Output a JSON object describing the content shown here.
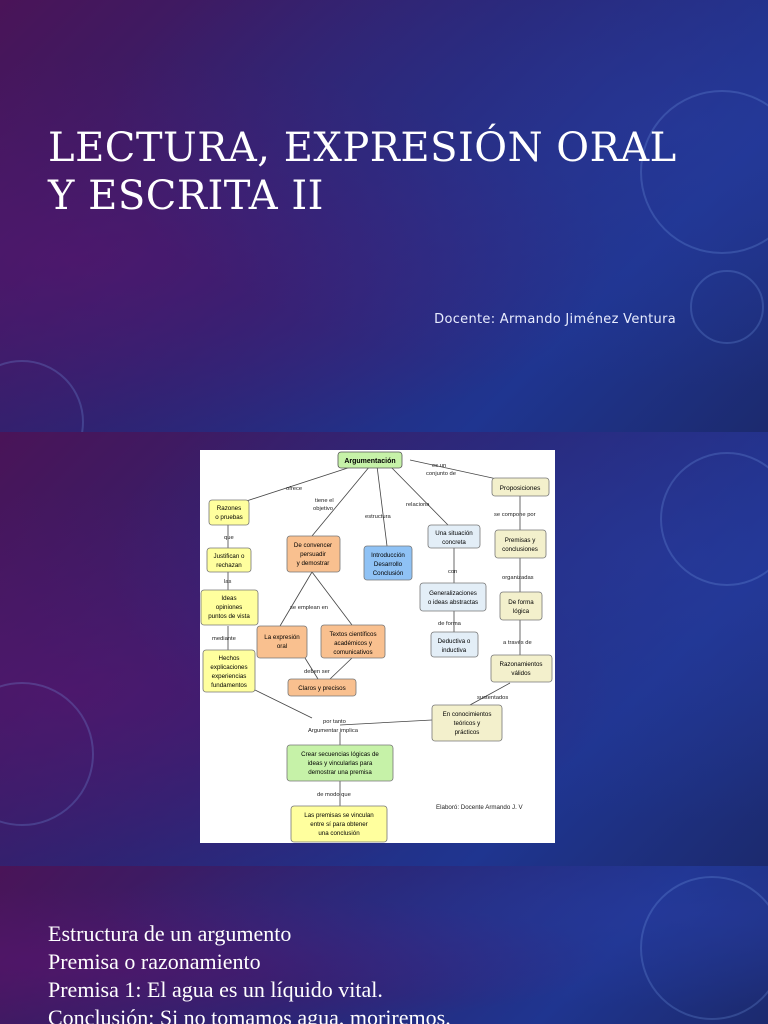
{
  "slide1": {
    "title_line1": "LECTURA, EXPRESIÓN ORAL",
    "title_line2": "Y ESCRITA II",
    "subtitle": "Docente: Armando Jiménez Ventura"
  },
  "slide2": {
    "nodes": {
      "argumentacion": "Argumentación",
      "proposiciones": "Proposiciones",
      "razones_1": "Razones",
      "razones_2": "o pruebas",
      "justifican_1": "Justifican o",
      "justifican_2": "rechazan",
      "ideas_1": "Ideas",
      "ideas_2": "opiniones",
      "ideas_3": "puntos de vista",
      "hechos_1": "Hechos",
      "hechos_2": "explicaciones",
      "hechos_3": "experiencias",
      "hechos_4": "fundamentos",
      "convencer_1": "De convencer",
      "convencer_2": "persuadir",
      "convencer_3": "y demostrar",
      "intro_1": "Introducción",
      "intro_2": "Desarrollo",
      "intro_3": "Conclusión",
      "situacion_1": "Una situación",
      "situacion_2": "concreta",
      "premisas_1": "Premisas y",
      "premisas_2": "conclusiones",
      "generalizaciones_1": "Generalizaciones",
      "generalizaciones_2": "o ideas abstractas",
      "deforma_1": "De forma",
      "deforma_2": "lógica",
      "expresion_1": "La expresión",
      "expresion_2": "oral",
      "textos_1": "Textos científicos",
      "textos_2": "académicos y",
      "textos_3": "comunicativos",
      "deductiva_1": "Deductiva o",
      "deductiva_2": "inductiva",
      "razonamientos_1": "Razonamientos",
      "razonamientos_2": "válidos",
      "claros": "Claros y precisos",
      "conocimientos_1": "En conocimientos",
      "conocimientos_2": "teóricos y",
      "conocimientos_3": "prácticos",
      "crear_1": "Crear secuencias lógicas de",
      "crear_2": "ideas y vincularlas para",
      "crear_3": "demostrar una premisa",
      "premisas_vinc_1": "Las premisas se vinculan",
      "premisas_vinc_2": "entre sí para obtener",
      "premisas_vinc_3": "una conclusión"
    },
    "labels": {
      "ofrece": "ofrece",
      "tiene_1": "tiene el",
      "tiene_2": "objetivo",
      "estructura": "estructura",
      "relaciona": "relaciona",
      "es_un_1": "es un",
      "es_un_2": "conjunto de",
      "se_compone": "se compone por",
      "que": "que",
      "las": "las",
      "mediante": "mediante",
      "se_emplean": "se emplean en",
      "con": "con",
      "organizadas": "organizadas",
      "de_forma": "de forma",
      "a_traves": "a través de",
      "deben_ser": "deben ser",
      "sustentados": "sustentados",
      "por_tanto": "por tanto",
      "argumentar": "Argumentar implica",
      "de_modo": "de modo que",
      "elaboro": "Elaboró: Docente Armando J. V"
    },
    "colors": {
      "green": "#c6f2a8",
      "yellow": "#ffff9e",
      "orange": "#f9c08f",
      "blue": "#8fc2f5",
      "light_blue": "#e3eef7",
      "tan": "#f3f0cc"
    }
  },
  "slide3": {
    "line1": "Estructura de un argumento",
    "line2": "Premisa o razonamiento",
    "line3": "Premisa 1: El agua es un líquido vital.",
    "line4": "Conclusión: Si no tomamos agua, moriremos."
  }
}
